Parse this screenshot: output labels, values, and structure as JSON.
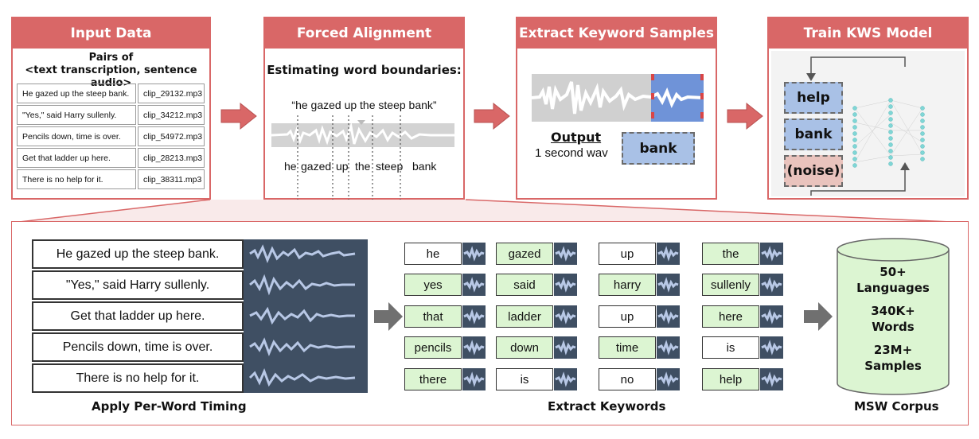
{
  "colors": {
    "accent_red": "#d96767",
    "keyword_green": "#dcf5d2",
    "wave_dark": "#3f4f63",
    "wave_light": "#b8c8e6",
    "kws_blue": "#a9c1e6",
    "kws_pink": "#e9c3bd"
  },
  "input_data": {
    "title": "Input Data",
    "subtitle_line1": "Pairs of",
    "subtitle_line2": "<text transcription, sentence audio>",
    "rows": [
      {
        "text": "He gazed up the steep bank.",
        "clip": "clip_29132.mp3"
      },
      {
        "text": "\"Yes,\" said Harry sullenly.",
        "clip": "clip_34212.mp3"
      },
      {
        "text": "Pencils down, time is over.",
        "clip": "clip_54972.mp3"
      },
      {
        "text": "Get that ladder up here.",
        "clip": "clip_28213.mp3"
      },
      {
        "text": "There is no help for it.",
        "clip": "clip_38311.mp3"
      }
    ]
  },
  "forced_alignment": {
    "title": "Forced Alignment",
    "subtitle": "Estimating word boundaries:",
    "quote": "“he gazed up the steep bank”",
    "words": [
      "he",
      "gazed",
      "up",
      "the",
      "steep",
      "bank"
    ]
  },
  "extract_samples": {
    "title": "Extract Keyword Samples",
    "output_label": "Output",
    "output_desc": "1 second wav",
    "keyword": "bank"
  },
  "train_kws": {
    "title": "Train KWS Model",
    "keywords": [
      "help",
      "bank",
      "(noise)"
    ]
  },
  "per_word_timing": {
    "sentences": [
      "He gazed up the steep bank.",
      "\"Yes,\" said Harry sullenly.",
      "Get that ladder up here.",
      "Pencils down, time is over.",
      "There is no help for it."
    ],
    "label": "Apply Per-Word Timing"
  },
  "extract_keywords": {
    "label": "Extract Keywords",
    "grid": [
      [
        {
          "word": "he",
          "green": false
        },
        {
          "word": "gazed",
          "green": true
        },
        {
          "word": "up",
          "green": false
        },
        {
          "word": "the",
          "green": true
        }
      ],
      [
        {
          "word": "yes",
          "green": true
        },
        {
          "word": "said",
          "green": true
        },
        {
          "word": "harry",
          "green": true
        },
        {
          "word": "sullenly",
          "green": true
        }
      ],
      [
        {
          "word": "that",
          "green": true
        },
        {
          "word": "ladder",
          "green": true
        },
        {
          "word": "up",
          "green": false
        },
        {
          "word": "here",
          "green": true
        }
      ],
      [
        {
          "word": "pencils",
          "green": true
        },
        {
          "word": "down",
          "green": true
        },
        {
          "word": "time",
          "green": true
        },
        {
          "word": "is",
          "green": false
        }
      ],
      [
        {
          "word": "there",
          "green": true
        },
        {
          "word": "is",
          "green": false
        },
        {
          "word": "no",
          "green": false
        },
        {
          "word": "help",
          "green": true
        }
      ]
    ]
  },
  "corpus": {
    "label": "MSW Corpus",
    "stat1_line1": "50+",
    "stat1_line2": "Languages",
    "stat2_line1": "340K+",
    "stat2_line2": "Words",
    "stat3_line1": "23M+",
    "stat3_line2": "Samples"
  }
}
